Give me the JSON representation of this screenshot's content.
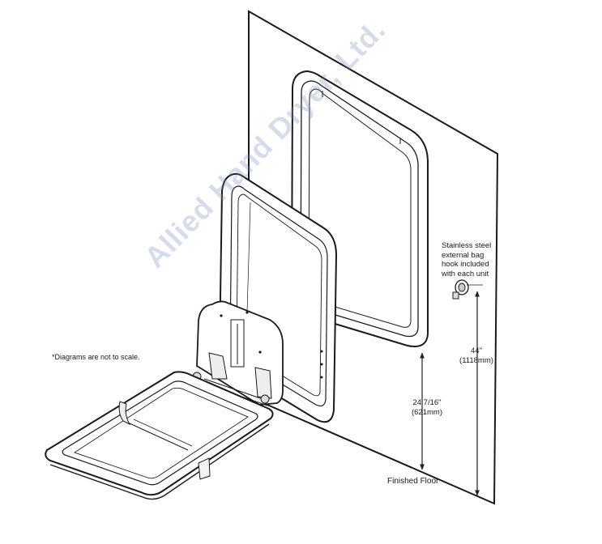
{
  "note": "*Diagrams are not to scale.",
  "hook_label": "Stainless steel\nexternal bag\nhook included\nwith each unit",
  "dimension_44": "44\"\n(1118mm)",
  "dimension_24": "24 7/16\"\n(621mm)",
  "floor_label": "Finished Floor",
  "watermark": "Allied Hand Dryer, Ltd."
}
